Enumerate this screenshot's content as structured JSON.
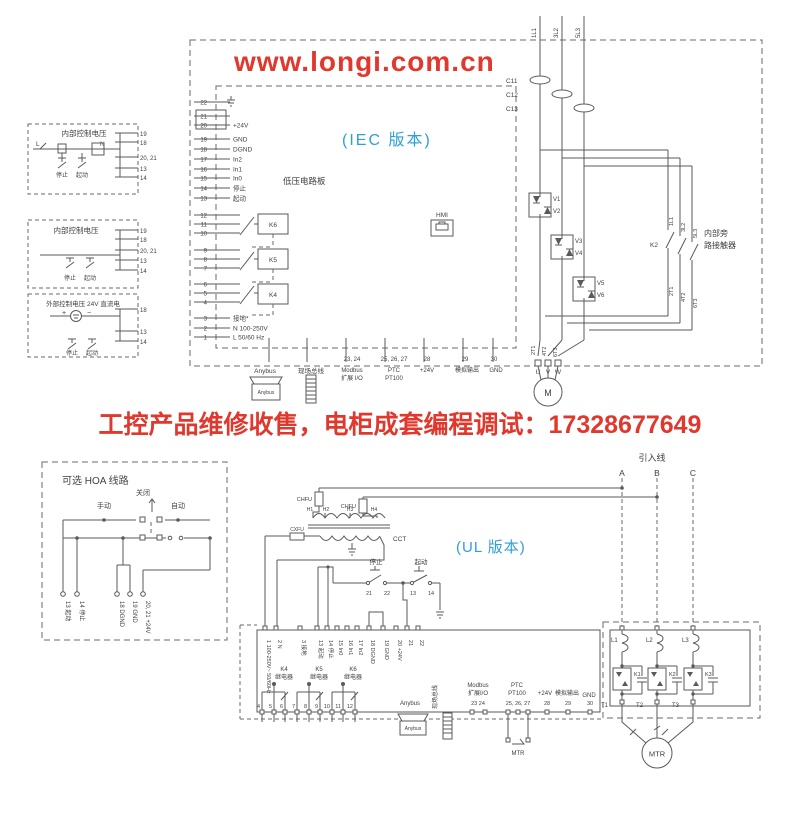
{
  "page": {
    "watermark": "www.longi.com.cn",
    "banner": "工控产品维修收售，电柜成套编程调试：17328677649"
  },
  "colors": {
    "red": "#e0382d",
    "blue": "#2f9fd8",
    "line": "#5a5a5a"
  },
  "aux1": {
    "title": "内部控制电压",
    "l": "L",
    "n": "N",
    "stop": "停止",
    "start": "起动",
    "t19": "19",
    "t18": "18",
    "t2021": "20, 21",
    "t13": "13",
    "t14": "14"
  },
  "aux2": {
    "title": "内部控制电压",
    "stop": "停止",
    "start": "起动",
    "t19": "19",
    "t18": "18",
    "t2021": "20, 21",
    "t13": "13",
    "t14": "14"
  },
  "aux3": {
    "title": "外部控制电压 24V 直流电",
    "plus": "+",
    "minus": "−",
    "stop": "停止",
    "start": "起动",
    "t18": "18",
    "t13": "13",
    "t14": "14"
  },
  "iec": {
    "version": "(IEC 版本)",
    "board_name": "低压电路板",
    "hmi": "HMI",
    "col": [
      {
        "no": "22",
        "label": ""
      },
      {
        "no": "21",
        "label": ""
      },
      {
        "no": "20",
        "label": "+24V"
      },
      {
        "no": "19",
        "label": "GND"
      },
      {
        "no": "18",
        "label": "DGND"
      },
      {
        "no": "17",
        "label": "In2"
      },
      {
        "no": "16",
        "label": "In1"
      },
      {
        "no": "15",
        "label": "In0"
      },
      {
        "no": "14",
        "label": "停止"
      },
      {
        "no": "13",
        "label": "起动"
      },
      {
        "no": "12",
        "label": ""
      },
      {
        "no": "11",
        "label": ""
      },
      {
        "no": "10",
        "label": ""
      },
      {
        "no": "9",
        "label": ""
      },
      {
        "no": "8",
        "label": ""
      },
      {
        "no": "7",
        "label": ""
      },
      {
        "no": "6",
        "label": ""
      },
      {
        "no": "5",
        "label": ""
      },
      {
        "no": "4",
        "label": ""
      },
      {
        "no": "3",
        "label": "接地*"
      },
      {
        "no": "2",
        "label": "N 100-250V"
      },
      {
        "no": "1",
        "label": "L 50/60 Hz"
      }
    ],
    "relays": [
      "K6",
      "K5",
      "K4"
    ],
    "ports": {
      "anybus": "Anybus",
      "fieldbus": "现场总线",
      "modbus_nums": "23, 24",
      "modbus1": "Modbus",
      "modbus2": "扩展 I/O",
      "ptc_nums": "25, 26, 27",
      "ptc1": "PTC",
      "ptc2": "PT100",
      "n28": "28",
      "p24": "+24V",
      "n29": "29",
      "ao": "模拟输出",
      "n30": "30",
      "gnd": "GND"
    },
    "power": {
      "in": [
        "1L1",
        "3L2",
        "5L3"
      ],
      "ct": [
        "C11",
        "C12",
        "C13"
      ],
      "scr": [
        "V1",
        "V2",
        "V3",
        "V4",
        "V5",
        "V6"
      ],
      "k2": "K2",
      "bp_top": [
        "1L1",
        "3L2",
        "5L3"
      ],
      "bp_bot": [
        "2T1",
        "4T2",
        "6T3"
      ],
      "bp_label1": "内部旁",
      "bp_label2": "路接触器",
      "out": [
        "2T1",
        "4T2",
        "6T3"
      ],
      "uvw": [
        "U",
        "V",
        "W"
      ],
      "motor": "M"
    }
  },
  "hoa": {
    "title": "可选 HOA 线路",
    "hand": "手动",
    "off": "关闭",
    "auto": "自动",
    "terminals": [
      "13 起动",
      "14 停止",
      "18 DGND",
      "19 GND",
      "20, 21 +24V"
    ]
  },
  "ul": {
    "version": "(UL 版本)",
    "leadin": "引入线",
    "phases": [
      "A",
      "B",
      "C"
    ],
    "chfu": "CHFU",
    "cxfu": "CXFU",
    "cct": "CCT",
    "taps": [
      "H1",
      "H2",
      "H3",
      "H4"
    ],
    "stop": "停止",
    "start": "起动",
    "stop_nums": [
      "21",
      "22"
    ],
    "start_nums": [
      "13",
      "14"
    ],
    "terminals": [
      "1 100-250V~ 50/60Hz",
      "2 N",
      "3 接地",
      "13 起动",
      "14 停止",
      "15 In0",
      "16 In1",
      "17 In2",
      "18 DGND",
      "19 GND",
      "20 +24V",
      "21",
      "22"
    ],
    "relay_names": [
      "K4",
      "K5",
      "K6"
    ],
    "relay_type": "继电器",
    "bot_terminals": [
      "4",
      "5",
      "6",
      "7",
      "8",
      "9",
      "10",
      "11",
      "12"
    ],
    "ports": {
      "anybus": "Anybus",
      "fieldbus": "现场总线",
      "modbus1": "Modbus",
      "modbus2": "扩展I/O",
      "modbus_nums": "23      24",
      "ptc1": "PTC",
      "ptc2": "PT100",
      "ptc_nums": "25, 26, 27",
      "p24": "+24V",
      "n28": "28",
      "ao": "模拟输出",
      "n29": "29",
      "gnd": "GND",
      "n30": "30"
    },
    "mtr_sensor": "MTR",
    "power": {
      "in": [
        "L1",
        "L2",
        "L3"
      ],
      "k": [
        "K1",
        "K2",
        "K3"
      ],
      "out": [
        "T1",
        "T2",
        "T3"
      ],
      "motor": "MTR"
    }
  }
}
